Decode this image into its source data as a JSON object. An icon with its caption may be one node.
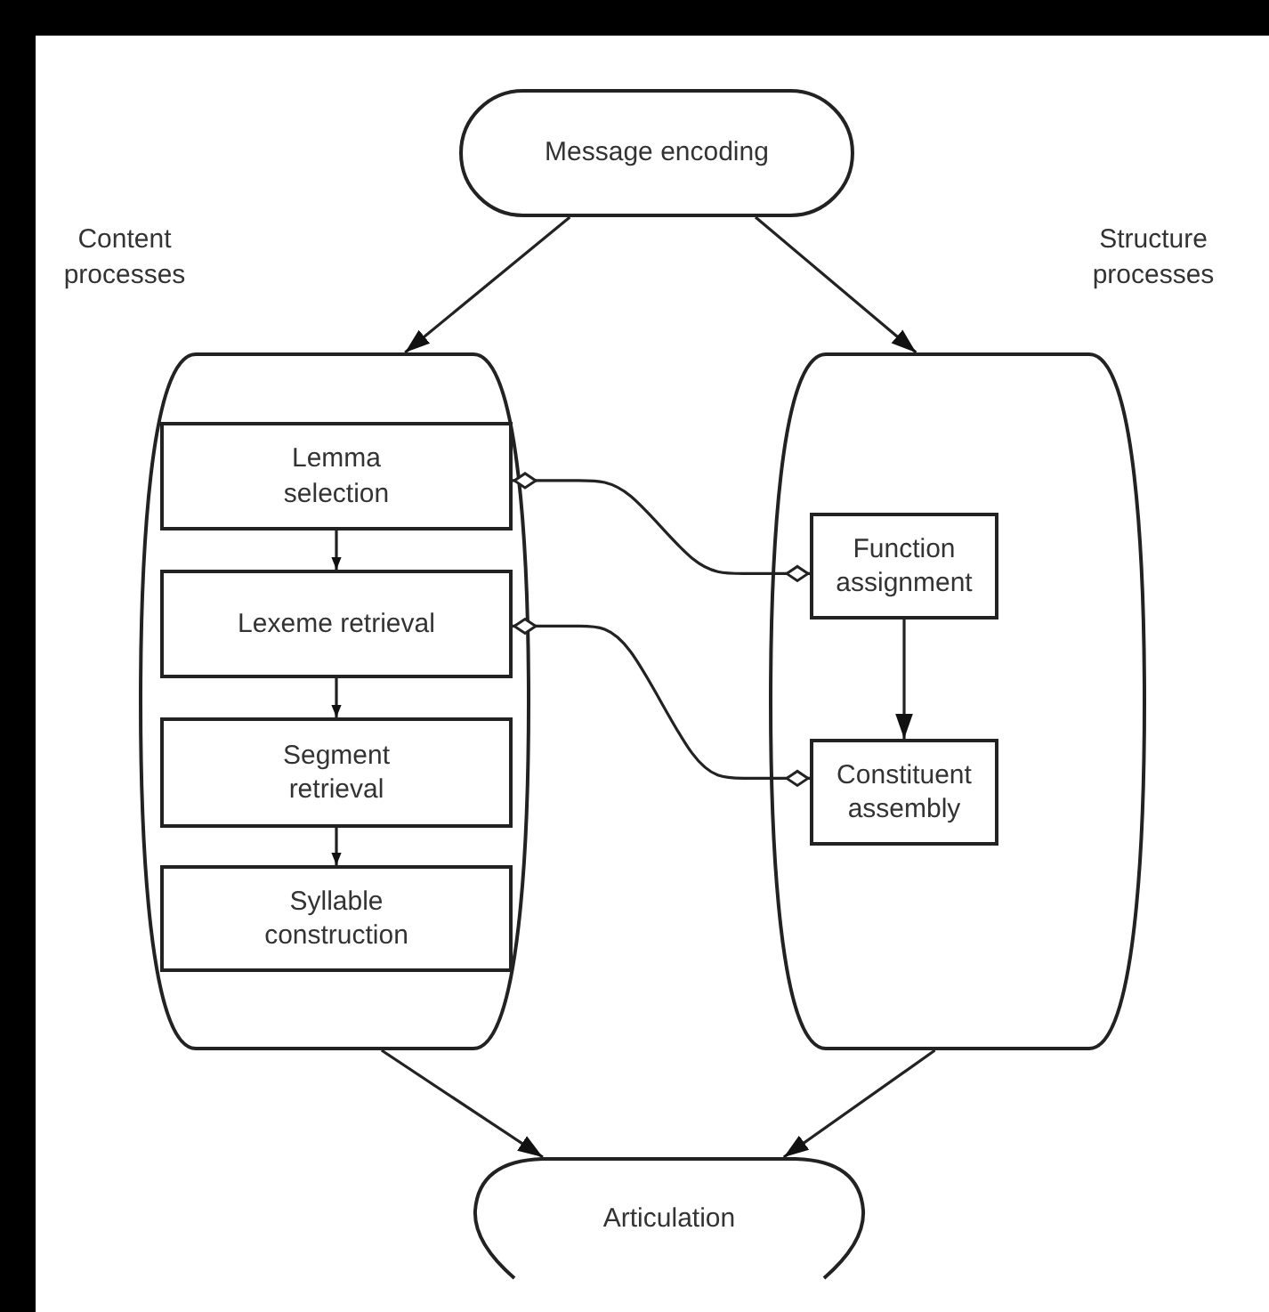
{
  "diagram": {
    "nodes": [
      {
        "text": [
          "Message encoding"
        ]
      },
      {
        "text": [
          "Content processes"
        ]
      },
      {
        "text": [
          "Lemma selection"
        ],
        "in": 1
      },
      {
        "text": [
          "Lexeme retrieval"
        ],
        "in": 1
      },
      {
        "text": [
          "Segment retrieval"
        ],
        "in": 1
      },
      {
        "text": [
          "Syllable construction"
        ],
        "in": 1
      },
      {
        "text": [
          "Structure processes"
        ]
      },
      {
        "text": [
          "Function assignment"
        ],
        "in": 6
      },
      {
        "text": [
          "Constituent assembly"
        ],
        "in": 6
      },
      {
        "text": [
          "Articulation"
        ]
      }
    ],
    "edges": [
      {
        "from": 0,
        "to": 1,
        "arrow": "to"
      },
      {
        "from": 0,
        "to": 6,
        "arrow": "to"
      },
      {
        "from": 2,
        "to": 3,
        "arrow": "to"
      },
      {
        "from": 3,
        "to": 4,
        "arrow": "to"
      },
      {
        "from": 4,
        "to": 5,
        "arrow": "to"
      },
      {
        "from": 7,
        "to": 8,
        "arrow": "to"
      },
      {
        "from": 2,
        "to": 7,
        "arrow": "other"
      },
      {
        "from": 3,
        "to": 8,
        "arrow": "other"
      },
      {
        "from": 1,
        "to": 9,
        "arrow": "to"
      },
      {
        "from": 6,
        "to": 9,
        "arrow": "to"
      }
    ]
  }
}
